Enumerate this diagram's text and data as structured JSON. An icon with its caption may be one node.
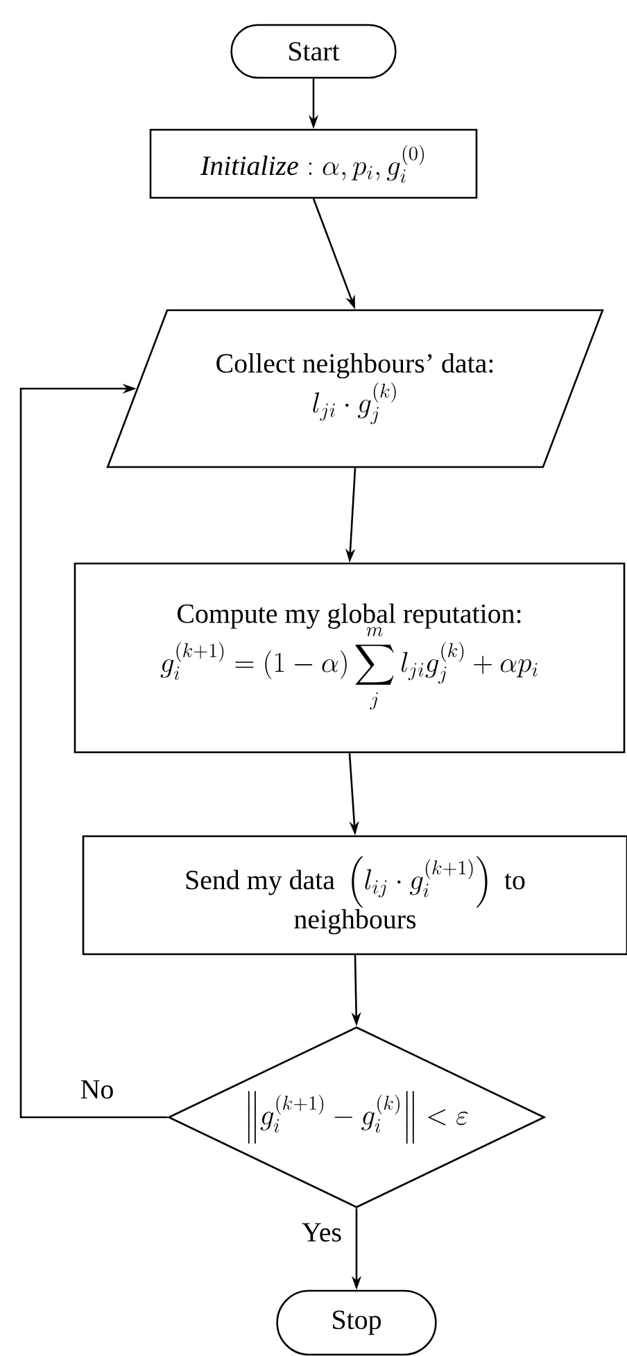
{
  "diagram": {
    "nodes": [
      {
        "text": [
          "Start"
        ]
      },
      {
        "text": [
          "\\mathit{Initialize}:\\alpha, p_i, g_i^{(0)}"
        ]
      },
      {
        "text": [
          "Collect neighbours’ data:",
          "l_{ji}\\cdot g_j^{(k)}"
        ]
      },
      {
        "text": [
          "Compute my global reputation:",
          "g_i^{(k+1)}=(1-\\alpha)\\sum_{j}^{m} l_{ji}g_j^{(k)}+\\alpha p_i"
        ]
      },
      {
        "text": [
          "\\text{Send my data }\\left(l_{ij}\\cdot g_i^{(k+1)}\\right)\\text{ to}\\allowbreak\\ \\text{neighbours}"
        ]
      },
      {
        "text": [
          "\\left\\| g_i^{(k+1)}-g_i^{(k)}\\right\\| <\\varepsilon"
        ]
      },
      {
        "text": [
          "Stop"
        ]
      }
    ],
    "edges": [
      {
        "from": 0,
        "to": 1,
        "arrow": "to"
      },
      {
        "from": 1,
        "to": 2,
        "arrow": "to"
      },
      {
        "from": 2,
        "to": 3,
        "arrow": "to"
      },
      {
        "from": 3,
        "to": 4,
        "arrow": "to"
      },
      {
        "from": 4,
        "to": 5,
        "arrow": "to"
      },
      {
        "from": 5,
        "to": 6,
        "arrow": "to",
        "label": "Yes"
      },
      {
        "from": 5,
        "to": 2,
        "arrow": "to",
        "label": "No"
      }
    ]
  }
}
